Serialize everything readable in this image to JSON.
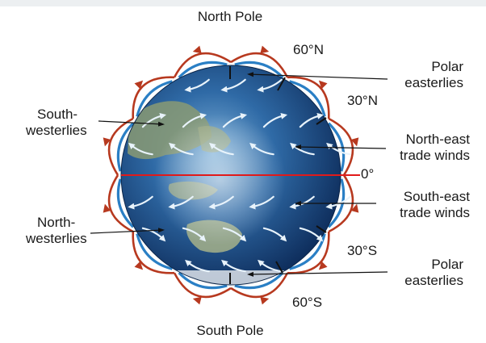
{
  "colors": {
    "globe": "#173d74",
    "equator": "#e11a1a",
    "upper_cell": "#b7391f",
    "lower_cell": "#2a7fc5",
    "wind_arrow": "#e8f3fb"
  },
  "labels": {
    "north_pole": "North Pole",
    "south_pole": "South Pole",
    "lat_60n": "60°N",
    "lat_30n": "30°N",
    "lat_0": "0°",
    "lat_30s": "30°S",
    "lat_60s": "60°S",
    "polar_easterlies_north": [
      "Polar",
      "easterlies"
    ],
    "south_westerlies": [
      "South-",
      "westerlies"
    ],
    "north_east_trade_winds": [
      "North-east",
      "trade winds"
    ],
    "south_east_trade_winds": [
      "South-east",
      "trade winds"
    ],
    "north_westerlies": [
      "North-",
      "westerlies"
    ],
    "polar_easterlies_south": [
      "Polar",
      "easterlies"
    ]
  }
}
